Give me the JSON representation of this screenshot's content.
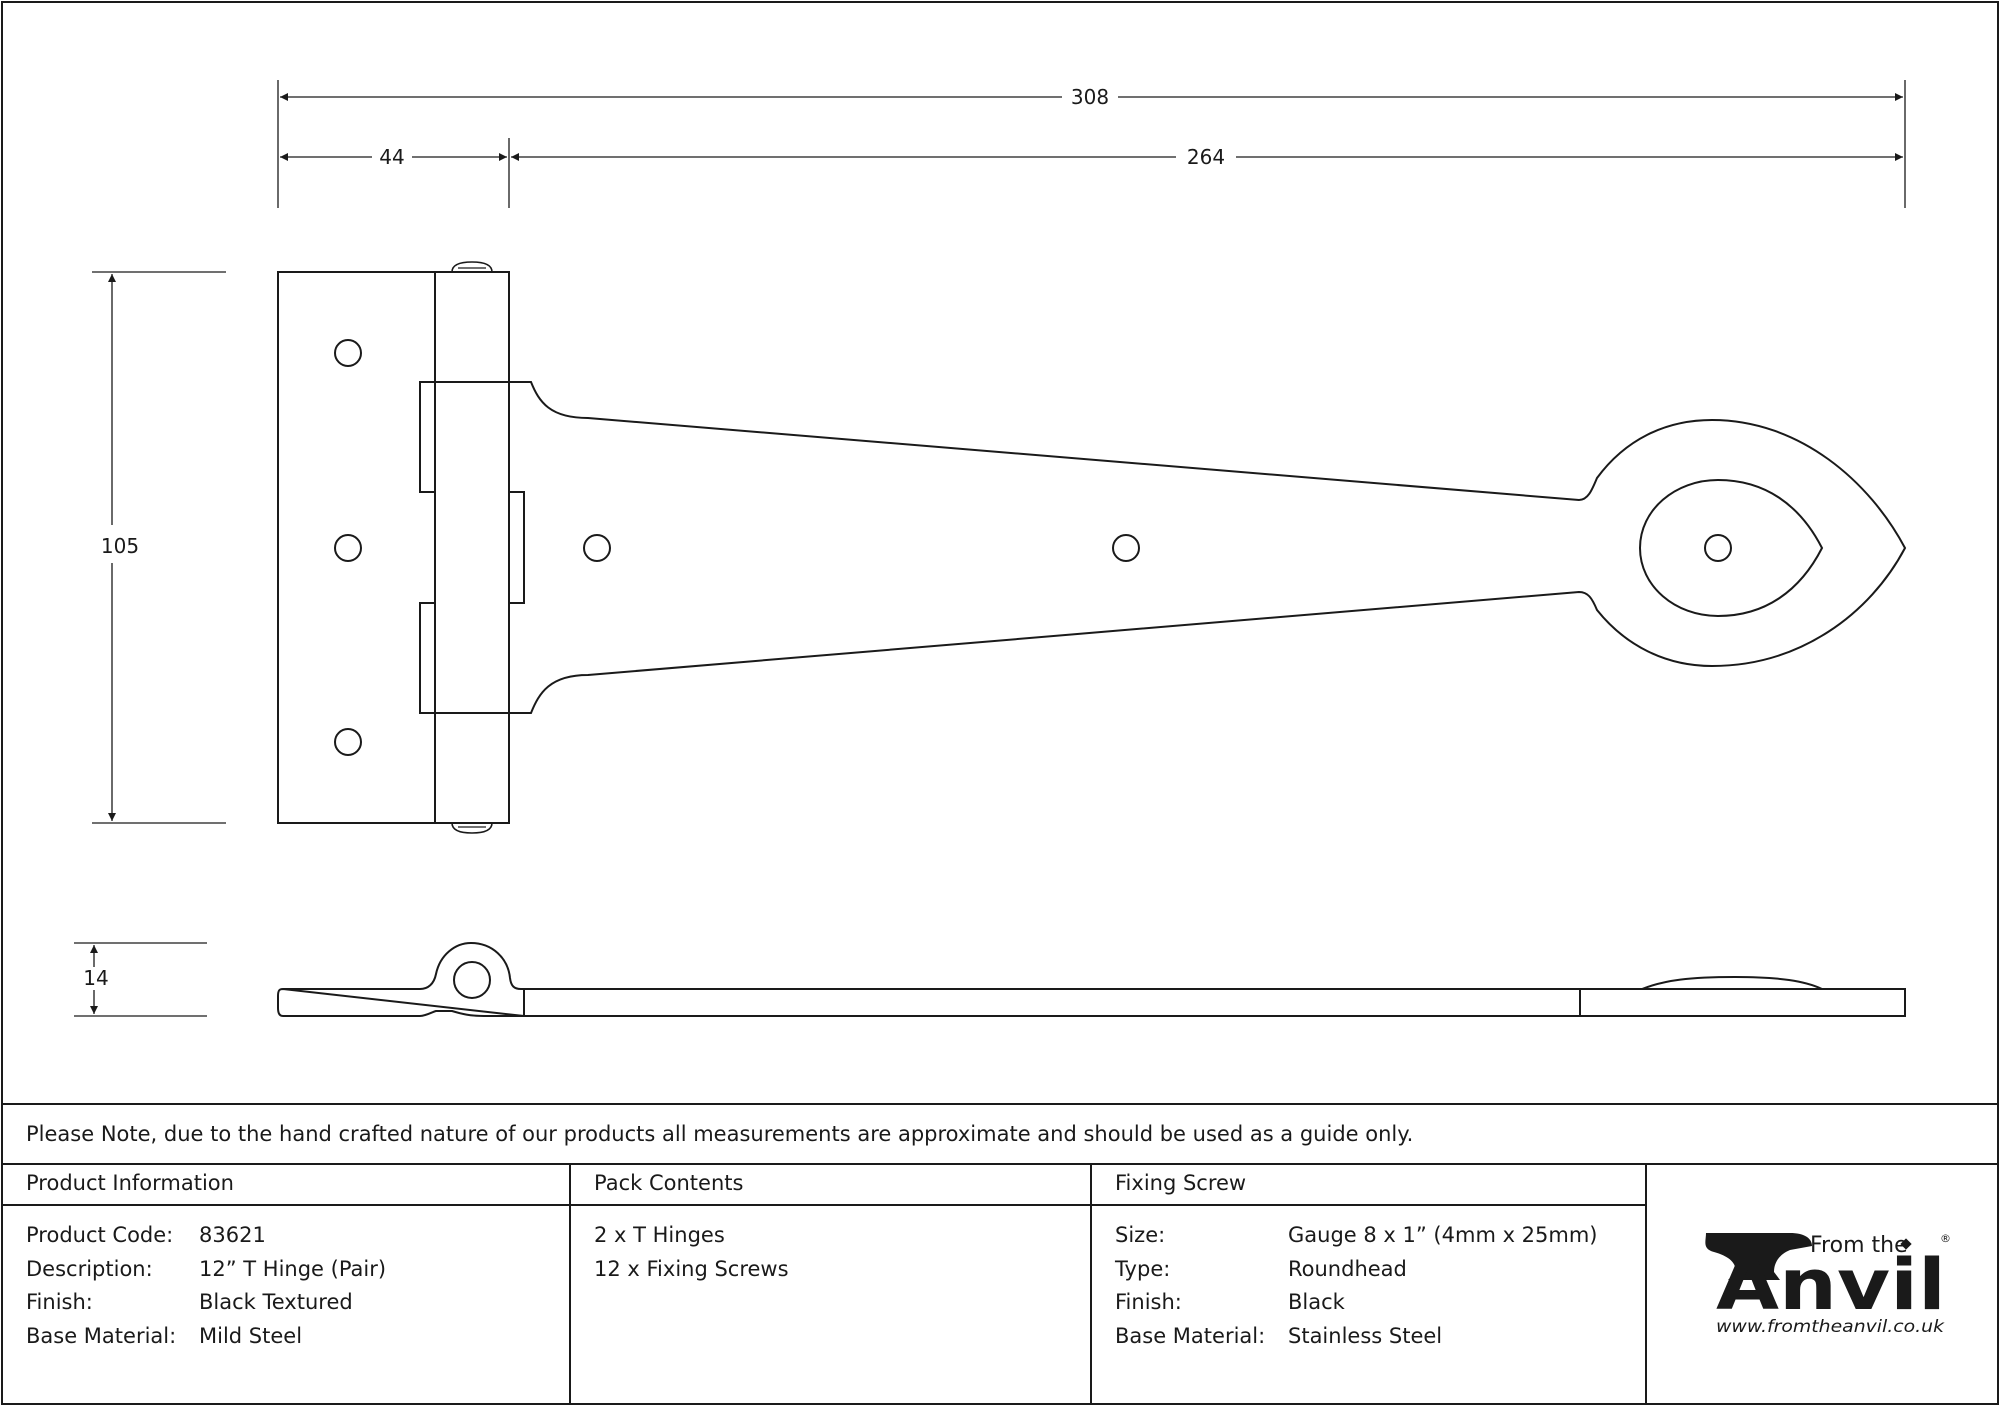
{
  "drawing": {
    "dimensions": {
      "overall_length": "308",
      "strap_offset": "44",
      "strap_length": "264",
      "height": "105",
      "thickness": "14"
    }
  },
  "note": "Please Note, due to the hand crafted nature of our products all measurements are approximate and should be used as a guide only.",
  "product_info": {
    "header": "Product Information",
    "rows": [
      {
        "label": "Product Code:",
        "value": "83621"
      },
      {
        "label": "Description:",
        "value": "12” T Hinge (Pair)"
      },
      {
        "label": "Finish:",
        "value": "Black Textured"
      },
      {
        "label": "Base Material:",
        "value": "Mild Steel"
      }
    ]
  },
  "pack_contents": {
    "header": "Pack Contents",
    "items": [
      "2 x T Hinges",
      "12 x Fixing Screws"
    ]
  },
  "fixing_screw": {
    "header": "Fixing Screw",
    "rows": [
      {
        "label": "Size:",
        "value": "Gauge 8 x 1” (4mm x 25mm)"
      },
      {
        "label": "Type:",
        "value": "Roundhead"
      },
      {
        "label": "Finish:",
        "value": "Black"
      },
      {
        "label": "Base Material:",
        "value": "Stainless Steel"
      }
    ]
  },
  "logo": {
    "top_text": "From the",
    "main_text": "Anvil",
    "registered": "®",
    "url": "www.fromtheanvil.co.uk"
  }
}
